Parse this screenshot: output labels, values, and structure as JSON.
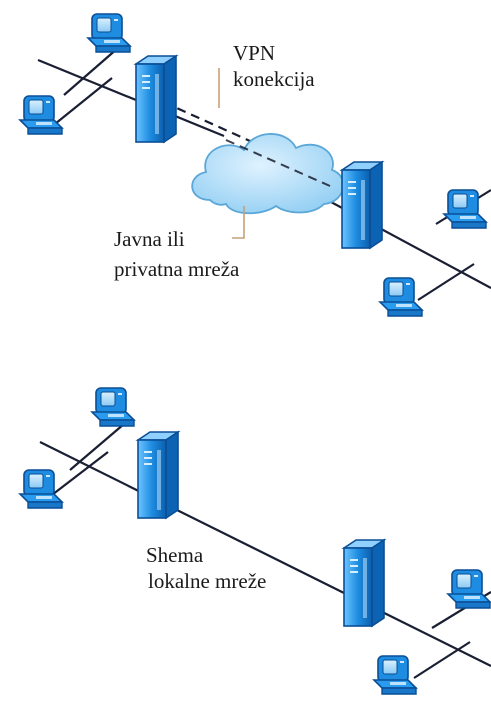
{
  "vpn_diagram": {
    "label_line1": "VPN",
    "label_line2": "konekcija",
    "network_label_line1": "Javna ili",
    "network_label_line2": "privatna mreža"
  },
  "lan_diagram": {
    "label_line1": "Shema",
    "label_line2": "lokalne mreže"
  },
  "colors": {
    "cable": "#1b1f33",
    "device_blue": "#1e8ce0",
    "device_light": "#9bd6ff",
    "cloud_fill": "#a9daf7",
    "cloud_edge": "#5aa7d8",
    "leader_line": "#c6a07a"
  },
  "icons": [
    "workstation-icon",
    "server-icon",
    "cloud-icon"
  ]
}
